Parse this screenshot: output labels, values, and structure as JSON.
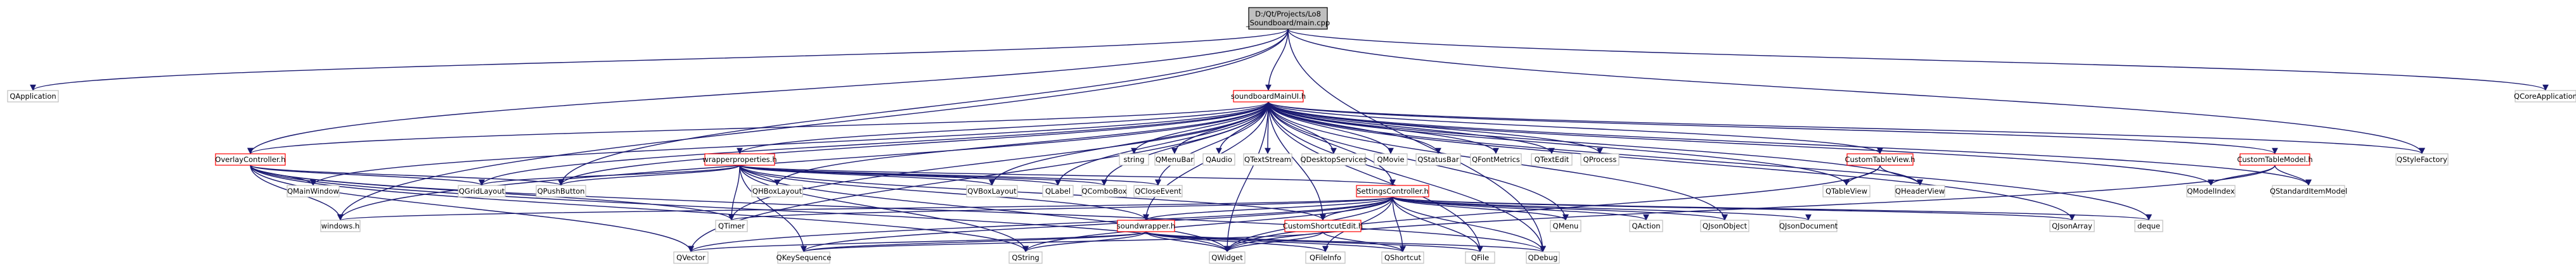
{
  "graph": {
    "colors": {
      "edge": "#191970",
      "root_fill": "#bfbfbf",
      "root_border": "#000000",
      "internal_border": "#ff0000",
      "node_fill": "#ffffff",
      "external_border": "#bfbfbf",
      "text": "#000000"
    },
    "nodes": [
      {
        "id": "main",
        "label": "D:/Qt/Projects/Lo8\n_Soundboard/main.cpp",
        "kind": "root"
      },
      {
        "id": "QApplication",
        "label": "QApplication",
        "kind": "external"
      },
      {
        "id": "QCoreApplication",
        "label": "QCoreApplication",
        "kind": "external"
      },
      {
        "id": "soundboardMainUI",
        "label": "soundboardMainUI.h",
        "kind": "internal"
      },
      {
        "id": "OverlayController",
        "label": "OverlayController.h",
        "kind": "internal"
      },
      {
        "id": "wrapperproperties",
        "label": "wrapperproperties.h",
        "kind": "internal"
      },
      {
        "id": "CustomTableView",
        "label": "CustomTableView.h",
        "kind": "internal"
      },
      {
        "id": "CustomTableModel",
        "label": "CustomTableModel.h",
        "kind": "internal"
      },
      {
        "id": "SettingsController",
        "label": "SettingsController.h",
        "kind": "internal"
      },
      {
        "id": "soundwrapper",
        "label": "soundwrapper.h",
        "kind": "internal"
      },
      {
        "id": "CustomShortcutEdit",
        "label": "CustomShortcutEdit.h",
        "kind": "internal"
      },
      {
        "id": "string",
        "label": "string",
        "kind": "external"
      },
      {
        "id": "QMenuBar",
        "label": "QMenuBar",
        "kind": "external"
      },
      {
        "id": "QAudio",
        "label": "QAudio",
        "kind": "external"
      },
      {
        "id": "QTextStream",
        "label": "QTextStream",
        "kind": "external"
      },
      {
        "id": "QDesktopServices",
        "label": "QDesktopServices",
        "kind": "external"
      },
      {
        "id": "QMovie",
        "label": "QMovie",
        "kind": "external"
      },
      {
        "id": "QStatusBar",
        "label": "QStatusBar",
        "kind": "external"
      },
      {
        "id": "QFontMetrics",
        "label": "QFontMetrics",
        "kind": "external"
      },
      {
        "id": "QTextEdit",
        "label": "QTextEdit",
        "kind": "external"
      },
      {
        "id": "QProcess",
        "label": "QProcess",
        "kind": "external"
      },
      {
        "id": "QStyleFactory",
        "label": "QStyleFactory",
        "kind": "external"
      },
      {
        "id": "QMainWindow",
        "label": "QMainWindow",
        "kind": "external"
      },
      {
        "id": "QGridLayout",
        "label": "QGridLayout",
        "kind": "external"
      },
      {
        "id": "QPushButton",
        "label": "QPushButton",
        "kind": "external"
      },
      {
        "id": "QHBoxLayout",
        "label": "QHBoxLayout",
        "kind": "external"
      },
      {
        "id": "QVBoxLayout",
        "label": "QVBoxLayout",
        "kind": "external"
      },
      {
        "id": "QLabel",
        "label": "QLabel",
        "kind": "external"
      },
      {
        "id": "QComboBox",
        "label": "QComboBox",
        "kind": "external"
      },
      {
        "id": "QCloseEvent",
        "label": "QCloseEvent",
        "kind": "external"
      },
      {
        "id": "QTableView",
        "label": "QTableView",
        "kind": "external"
      },
      {
        "id": "QHeaderView",
        "label": "QHeaderView",
        "kind": "external"
      },
      {
        "id": "QModelIndex",
        "label": "QModelIndex",
        "kind": "external"
      },
      {
        "id": "QStandardItemModel",
        "label": "QStandardItemModel",
        "kind": "external"
      },
      {
        "id": "windows",
        "label": "windows.h",
        "kind": "external"
      },
      {
        "id": "QTimer",
        "label": "QTimer",
        "kind": "external"
      },
      {
        "id": "QMenu",
        "label": "QMenu",
        "kind": "external"
      },
      {
        "id": "QAction",
        "label": "QAction",
        "kind": "external"
      },
      {
        "id": "QJsonObject",
        "label": "QJsonObject",
        "kind": "external"
      },
      {
        "id": "QJsonDocument",
        "label": "QJsonDocument",
        "kind": "external"
      },
      {
        "id": "QJsonArray",
        "label": "QJsonArray",
        "kind": "external"
      },
      {
        "id": "deque",
        "label": "deque",
        "kind": "external"
      },
      {
        "id": "QVector",
        "label": "QVector",
        "kind": "external"
      },
      {
        "id": "QKeySequence",
        "label": "QKeySequence",
        "kind": "external"
      },
      {
        "id": "QString",
        "label": "QString",
        "kind": "external"
      },
      {
        "id": "QWidget",
        "label": "QWidget",
        "kind": "external"
      },
      {
        "id": "QFileInfo",
        "label": "QFileInfo",
        "kind": "external"
      },
      {
        "id": "QShortcut",
        "label": "QShortcut",
        "kind": "external"
      },
      {
        "id": "QFile",
        "label": "QFile",
        "kind": "external"
      },
      {
        "id": "QDebug",
        "label": "QDebug",
        "kind": "external"
      }
    ],
    "edges": [
      [
        "main",
        "QApplication"
      ],
      [
        "main",
        "QCoreApplication"
      ],
      [
        "main",
        "soundboardMainUI"
      ],
      [
        "main",
        "OverlayController"
      ],
      [
        "main",
        "QPushButton"
      ],
      [
        "main",
        "windows"
      ],
      [
        "main",
        "QStyleFactory"
      ],
      [
        "main",
        "QDebug"
      ],
      [
        "soundboardMainUI",
        "OverlayController"
      ],
      [
        "soundboardMainUI",
        "wrapperproperties"
      ],
      [
        "soundboardMainUI",
        "string"
      ],
      [
        "soundboardMainUI",
        "QMenuBar"
      ],
      [
        "soundboardMainUI",
        "QAudio"
      ],
      [
        "soundboardMainUI",
        "QTextStream"
      ],
      [
        "soundboardMainUI",
        "QDesktopServices"
      ],
      [
        "soundboardMainUI",
        "QMovie"
      ],
      [
        "soundboardMainUI",
        "QStatusBar"
      ],
      [
        "soundboardMainUI",
        "QFontMetrics"
      ],
      [
        "soundboardMainUI",
        "QTextEdit"
      ],
      [
        "soundboardMainUI",
        "QProcess"
      ],
      [
        "soundboardMainUI",
        "QStyleFactory"
      ],
      [
        "soundboardMainUI",
        "CustomTableView"
      ],
      [
        "soundboardMainUI",
        "CustomTableModel"
      ],
      [
        "soundboardMainUI",
        "SettingsController"
      ],
      [
        "soundboardMainUI",
        "soundwrapper"
      ],
      [
        "soundboardMainUI",
        "CustomShortcutEdit"
      ],
      [
        "soundboardMainUI",
        "QMainWindow"
      ],
      [
        "soundboardMainUI",
        "QGridLayout"
      ],
      [
        "soundboardMainUI",
        "QPushButton"
      ],
      [
        "soundboardMainUI",
        "QHBoxLayout"
      ],
      [
        "soundboardMainUI",
        "QVBoxLayout"
      ],
      [
        "soundboardMainUI",
        "QLabel"
      ],
      [
        "soundboardMainUI",
        "QComboBox"
      ],
      [
        "soundboardMainUI",
        "QCloseEvent"
      ],
      [
        "soundboardMainUI",
        "QTableView"
      ],
      [
        "soundboardMainUI",
        "QHeaderView"
      ],
      [
        "soundboardMainUI",
        "QModelIndex"
      ],
      [
        "soundboardMainUI",
        "QStandardItemModel"
      ],
      [
        "soundboardMainUI",
        "QMenu"
      ],
      [
        "soundboardMainUI",
        "QJsonObject"
      ],
      [
        "soundboardMainUI",
        "QJsonArray"
      ],
      [
        "soundboardMainUI",
        "deque"
      ],
      [
        "soundboardMainUI",
        "QTimer"
      ],
      [
        "soundboardMainUI",
        "QVector"
      ],
      [
        "soundboardMainUI",
        "QWidget"
      ],
      [
        "soundboardMainUI",
        "QFile"
      ],
      [
        "soundboardMainUI",
        "QDebug"
      ],
      [
        "soundboardMainUI",
        "windows"
      ],
      [
        "OverlayController",
        "QMainWindow"
      ],
      [
        "OverlayController",
        "QGridLayout"
      ],
      [
        "OverlayController",
        "QPushButton"
      ],
      [
        "OverlayController",
        "windows"
      ],
      [
        "OverlayController",
        "QTimer"
      ],
      [
        "OverlayController",
        "QVector"
      ],
      [
        "OverlayController",
        "QString"
      ],
      [
        "OverlayController",
        "QWidget"
      ],
      [
        "OverlayController",
        "QDebug"
      ],
      [
        "wrapperproperties",
        "QGridLayout"
      ],
      [
        "wrapperproperties",
        "QPushButton"
      ],
      [
        "wrapperproperties",
        "QHBoxLayout"
      ],
      [
        "wrapperproperties",
        "QVBoxLayout"
      ],
      [
        "wrapperproperties",
        "QLabel"
      ],
      [
        "wrapperproperties",
        "QComboBox"
      ],
      [
        "wrapperproperties",
        "QCloseEvent"
      ],
      [
        "wrapperproperties",
        "SettingsController"
      ],
      [
        "wrapperproperties",
        "soundwrapper"
      ],
      [
        "wrapperproperties",
        "QTimer"
      ],
      [
        "wrapperproperties",
        "QKeySequence"
      ],
      [
        "wrapperproperties",
        "QString"
      ],
      [
        "wrapperproperties",
        "QWidget"
      ],
      [
        "wrapperproperties",
        "CustomShortcutEdit"
      ],
      [
        "CustomTableView",
        "QTableView"
      ],
      [
        "CustomTableView",
        "QHeaderView"
      ],
      [
        "CustomTableView",
        "QWidget"
      ],
      [
        "CustomTableModel",
        "QModelIndex"
      ],
      [
        "CustomTableModel",
        "QStandardItemModel"
      ],
      [
        "CustomTableModel",
        "QWidget"
      ],
      [
        "SettingsController",
        "windows"
      ],
      [
        "SettingsController",
        "QTimer"
      ],
      [
        "SettingsController",
        "QMenu"
      ],
      [
        "SettingsController",
        "QAction"
      ],
      [
        "SettingsController",
        "QJsonObject"
      ],
      [
        "SettingsController",
        "QJsonDocument"
      ],
      [
        "SettingsController",
        "QJsonArray"
      ],
      [
        "SettingsController",
        "deque"
      ],
      [
        "SettingsController",
        "soundwrapper"
      ],
      [
        "SettingsController",
        "CustomShortcutEdit"
      ],
      [
        "SettingsController",
        "QVector"
      ],
      [
        "SettingsController",
        "QString"
      ],
      [
        "SettingsController",
        "QWidget"
      ],
      [
        "SettingsController",
        "QShortcut"
      ],
      [
        "SettingsController",
        "QFile"
      ],
      [
        "SettingsController",
        "QDebug"
      ],
      [
        "SettingsController",
        "QKeySequence"
      ],
      [
        "SettingsController",
        "QFileInfo"
      ],
      [
        "soundwrapper",
        "QVector"
      ],
      [
        "soundwrapper",
        "QKeySequence"
      ],
      [
        "soundwrapper",
        "QString"
      ],
      [
        "soundwrapper",
        "QWidget"
      ],
      [
        "soundwrapper",
        "QFileInfo"
      ],
      [
        "soundwrapper",
        "QShortcut"
      ],
      [
        "soundwrapper",
        "QFile"
      ],
      [
        "soundwrapper",
        "QDebug"
      ],
      [
        "CustomShortcutEdit",
        "QKeySequence"
      ],
      [
        "CustomShortcutEdit",
        "QWidget"
      ],
      [
        "CustomShortcutEdit",
        "QShortcut"
      ]
    ]
  }
}
